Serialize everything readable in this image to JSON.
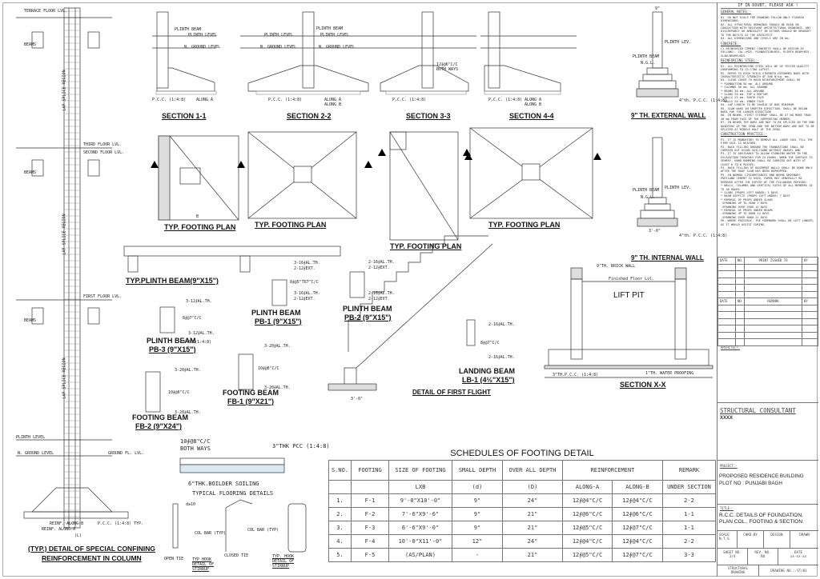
{
  "notes": {
    "doubt": "IF IN DOUBT, PLEASE ASK !",
    "general_heading": "GENERAL NOTES:-",
    "general": [
      "01. DO NOT SCALE THE DRAWING FOLLOW ONLY FIGURED DIMENSIONS.",
      "02. ALL STRUCTURAL DRAWINGS SHOULD BE READ IN CONJUCTION WITH RELEVANT ARCHITECTURAL DRAWINGS. ANY DISCREPANCY OR AMBIGUITY IN EITHER SHOULD BE BROUGHT TO THE NOTICE OF THE ARCHITECT",
      "03. ALL DIMENSIONS AND LEVELS ARE IN mm."
    ],
    "concrete_heading": "CONCRETE:-",
    "concrete": [
      "C1 REINFORCED CEMENT CONCRETE SHALL BE DESIGN AS FOLLOWS:- COL.=M25, FOUNDATION=M25, PLINTH BEAM=M25, SLAB/BEAMS=M25"
    ],
    "steel_heading": "REINFORCING STEEL:-",
    "steel": [
      "R1. ALL REINFORCING STEEL WILL BE OF TESTED QUALITY CONFORMING TO IS:1786 LATEST.",
      "R2. REFER TO HIGH YEILD STRENGTH DEFORMED BARS WITH CHARACTERISTIC STRENGTH OF 500 N/sq. mm.",
      "R3. CLEAR COVER TO MAIN REINFORCEMENT SHALL BE",
      "* FOUNDATION 50 mm. ALL AROUND",
      "* COLUMNS 50 mm. ALL AROUND",
      "* BEAMS 30 mm. ALL AROUND",
      "* SLABS 20 mm. TOP & BOTTOM",
      "* WALLS 25 mm. EARTH FACE",
      "* WALLS 20 mm. INNER FACE",
      "R4. LAP LENGTH TO BE 50xDIA OF BAR MINIMUM.",
      "R5. SLAB BARS IN SHORTER DIRECTION, SHALL BE BELOW BARS FOR THE LONGER DIRECTION",
      "R6. IN BEAMS, FIRST STIRRUP SHALL BE AT NO MORE THAN 40 mm FROM FACE OF THE SUPPORTING MEMBER.",
      "R7. IN BEAMS TOP BARS ARE NOT TO BE SPLICED IN THE END QUARTERS OF THE SPAN AND THE BOTTOM BARS ARE NOT TO BE SPLICED AT MIDDLE HALF OF THE SPAN."
    ],
    "construction_heading": "CONSTRUCTION PRACTICE:-",
    "construction": [
      "P1. IT IS MANDATORY TO REMOVE ALL LOOSE SOIL TILL THE FIRM SOIL IS REACHED.",
      "P2. BACK FILLING AROUND THE FOUNDATIONS SHALL BE CARRIED OUT USING SOIL/SAND WITHOUT GRAVEL AND",
      "P3. IT IS ADVISABLE TO ALLOW STANDING WATER IN THE EXCAVATION TRENCHES FOR 24 HOURS. WHEN THE SURFACE IS SEWERY, HAND RAMMING SHALL BE CARRIED OUT WITH AT LEAST 6 TO 8 PASSES.",
      "P4. BACK FILLING OF BASEMENT WALLS SHALL BE DONE ONLY AFTER THE ROOF SLAB HAS BEEN DEPROPPED.",
      "P5. IN NORMAL CIRCUMSTANCES AND WHERE ORDINARY PORTLAND CEMENT IS USED, FORMS MAY GENERALLY BE REMOVED AFTER THE EXPIRY OF THE FOLLOWING PERIODS:",
      "* WALLS, COLUMNS AND VERTICAL FACES OF ALL MEMBERS 16 TO 48 HOURS",
      "* SLABS (PROPS LEFT UNDER) 3 DAYS",
      "* BEAM SOFFITS (PROPS LEFT UNDER) 7 DAYS",
      "* REMOVAL OF PROPS UNDER SLABS",
      "-SPANNING UP TO 4500 7 DAYS",
      "-SPANNING OVER 4500 14 DAYS",
      "* REMOVAL OF PROPS UNDER BEAMS",
      "-SPANNING UP TO 6000 14 DAYS",
      "-SPANNING OVER 6000 21 DAYS",
      "P6. WHERE POSSIBLE, THE FORMWORK SHALL BE LEFT LONGER, AS IT WOULD ASSIST CURING."
    ]
  },
  "revisions": {
    "print_headers": [
      "DATE",
      "NO",
      "PRINT ISSUED TO",
      "BY"
    ],
    "remark_headers": [
      "DATE",
      "NO",
      "REMARK",
      "BY"
    ],
    "architect_label": "ARCHITECT:"
  },
  "title_block": {
    "consultant_label": "STRUCTURAL CONSULTANT",
    "consultant_name": "XXXX",
    "project_label": "PROJECT:-",
    "project_line1": "PROPOSED RESIDENCE BUILDING",
    "project_line2": "PLOT NO : PUNJABI BAGH",
    "title_label": "TITLE:-",
    "title_line1": "R.C.C. DETAILS OF FOUNDATION,",
    "title_line2": "PLAN COL., FOOTING & SECTION.",
    "scale_label": "SCALE",
    "scale_value": "N.T.S.",
    "checked_label": "CHKD.BY",
    "design_label": "DESIGN",
    "drawn_label": "DRAWN",
    "sheet_label": "SHEET NO.",
    "sheet_value": "3/4",
    "rev_label": "REV. NO.",
    "rev_value": "R0",
    "date_label": "DATE",
    "date_value": "xx-xx-xx",
    "type_label": "STRUCTURAL DRAWING",
    "drawing_no": "DRAWING NO.:-ST/01"
  },
  "schedule": {
    "title": "SCHEDULES OF FOOTING DETAIL",
    "headers": [
      "S.NO.",
      "FOOTING",
      "SIZE OF FOOTING",
      "SMALL DEPTH",
      "OVER ALL DEPTH",
      "REINFORCEMENT",
      "REMARK"
    ],
    "subheaders": [
      "",
      "",
      "LXB",
      "(d)",
      "(D)",
      "ALONG-A",
      "ALONG-B",
      "UNDER SECTION"
    ],
    "rows": [
      [
        "1.",
        "F-1",
        "9'-0\"X10'-0\"",
        "9\"",
        "24\"",
        "12∮@4\"C/C",
        "12∮@4\"C/C",
        "2-2"
      ],
      [
        "2.",
        "F-2",
        "7'-6\"X9'-6\"",
        "9\"",
        "21\"",
        "12∮@6\"C/C",
        "12∮@6\"C/C",
        "1-1"
      ],
      [
        "3.",
        "F-3",
        "6'-6\"X9'-0\"",
        "9\"",
        "21\"",
        "12∮@5\"C/C",
        "12∮@7\"C/C",
        "1-1"
      ],
      [
        "4.",
        "F-4",
        "10'-0\"X11'-0\"",
        "12\"",
        "24\"",
        "12∮@4\"C/C",
        "12∮@4\"C/C",
        "2-2"
      ],
      [
        "5.",
        "F-5",
        "(AS/PLAN)",
        "-",
        "21\"",
        "12∮@5\"C/C",
        "12∮@7\"C/C",
        "3-3"
      ]
    ]
  },
  "titles": {
    "s11": "SECTION 1-1",
    "s22": "SECTION 2-2",
    "s33": "SECTION 3-3",
    "s44": "SECTION 4-4",
    "ext_wall": "9\" TH. EXTERNAL WALL",
    "int_wall": "9\" TH. INTERNAL WALL",
    "plan": "TYP. FOOTING PLAN",
    "typ_pb": "TYP.PLINTH BEAM(9\"X15\")",
    "pb": "PLINTH BEAM",
    "pb1": "PB-1 (9\"X15\")",
    "pb2": "PB-2 (9\"X15\")",
    "pb3": "PB-3 (9\"X15\")",
    "fb": "FOOTING BEAM",
    "fb1": "FB-1 (9\"X21\")",
    "fb2": "FB-2 (9\"X24\")",
    "lb": "LANDING BEAM",
    "lb1": "LB-1 (4½\"X15\")",
    "flight": "DETAIL OF FIRST FLIGHT",
    "sxx": "SECTION X-X",
    "lift": "LIFT PIT",
    "flooring": "TYPICAL FLOORING DETAILS",
    "confining1": "(TYP.) DETAIL OF SPECIAL CONFINING",
    "confining2": "REINFORCEMENT IN COLUMN"
  },
  "labels": {
    "plinth_beam": "PLINTH BEAM",
    "plinth_level": "PLINTH LEVEL",
    "ground_level": "N. GROUND LEVEL",
    "pcc": "P.C.C. (1:4:8)",
    "along_a": "ALONG A",
    "along_b": "ALONG B",
    "b": "B",
    "both_ways": "12∮@6\"C/C BOTH WAYS",
    "terrace": "TERRACE FLOOR LVL.",
    "beams": "BEAMS",
    "lap": "LAP SPLICE REGION",
    "third": "THIRD FLOOR LVL.",
    "second": "SECOND FLOOR LVL.",
    "first": "FIRST FLOOR LVL.",
    "col_plinth": "PLINTH LEVEL",
    "col_ground": "N. GROUND LEVEL",
    "ground_fl": "GROUND FL. LVL.",
    "reinf_b": "REINF. ALONG-B",
    "reinf_a": "REINF. ALONG-A",
    "pcc_typ": "P.C.C. (1:4:8) TYP.",
    "l": "(L)",
    "pb3_top": "3-12∮AL.TH.",
    "pb3_st": "8∮@7\"C/C",
    "pb3_bot": "3-12∮AL.TH.",
    "pcc3": "3\"PCC(1:4:8)",
    "pb1_top": "3-16∮AL.TH.",
    "pb1_top2": "2-12∮EXT.",
    "pb1_st": "8∮@5\"TO7\"C/C",
    "pb1_bot": "3-16∮AL.TH.",
    "pb1_bot2": "2-12∮EXT.",
    "pb2_top": "2-16∮AL.TH.",
    "pb2_top2": "2-12∮EXT.",
    "pb2_bot": "2-16∮AL.TH.",
    "pb2_bot2": "2-12∮EXT.",
    "fb_top": "3-20∮AL.TH.",
    "fb_st": "10∮@6\"C/C",
    "fb_bot": "3-20∮AL.TH.",
    "lb_top": "2-16∮AL.TH.",
    "lb_st": "8∮@7\"C/C",
    "lb_bot": "2-16∮AL.TH.",
    "brick_wall": "9\"TH. BRICK WALL",
    "ffl": "Finished Floor Lvl.",
    "water": "1\"TH. WATER PROOFING",
    "lift_pcc": "3\"TH.P.C.C. (1:4:8)",
    "floor_bars": "10∮@8\"C/C",
    "floor_both": "BOTH WAYS",
    "floor_pcc": "3\"THK PCC (1:4:8)",
    "floor_soil": "6\"THK.BOILDER SOILING",
    "open_tie": "OPEN TIE",
    "closed_tie": "CLOSED TIE",
    "col_bar": "COL BAR (TYP)",
    "hook1": "TYP HOOK DETAIL OF STIRRUP",
    "hook2": "TYP. HOOK DETAIL OF STIRRUP",
    "d10": "d≥10",
    "ngl": "N.G.L.",
    "plinth_lev": "PLINTH LEV.",
    "pcc_wall": "4\"th. P.C.C. (1:4:8)",
    "three_ft": "3'-0\"",
    "nine": "9\""
  }
}
